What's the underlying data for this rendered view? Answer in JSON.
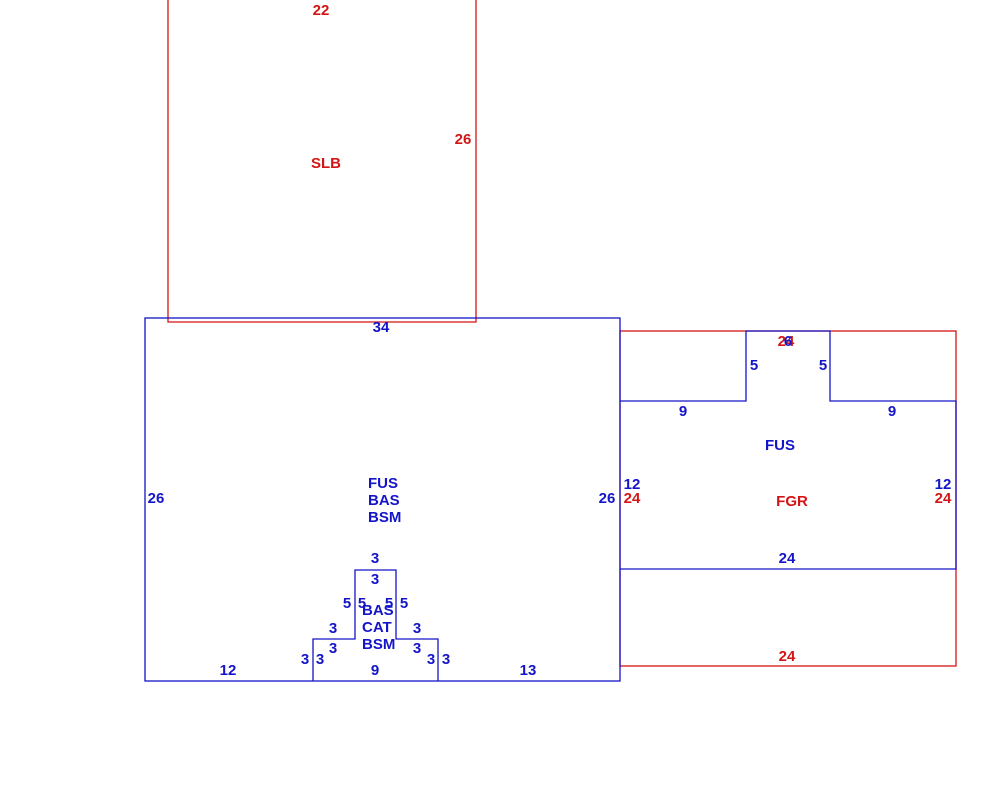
{
  "colors": {
    "blue": "#1515c8",
    "red": "#d41515"
  },
  "slb": {
    "code": "SLB",
    "top": "22",
    "right": "26"
  },
  "main": {
    "codes": [
      "FUS",
      "BAS",
      "BSM"
    ],
    "top": "34",
    "left": "26",
    "right": "26",
    "bottom_left": "12",
    "bottom_right": "13"
  },
  "bump": {
    "codes": [
      "BAS",
      "CAT",
      "BSM"
    ],
    "d_top_out": "3",
    "d_top_in": "3",
    "d_upper_left_a": "5",
    "d_upper_left_b": "5",
    "d_upper_right_a": "5",
    "d_upper_right_b": "5",
    "d_step_left_out": "3",
    "d_step_left_in": "3",
    "d_step_right_out": "3",
    "d_step_right_in": "3",
    "d_lower_left_a": "3",
    "d_lower_left_b": "3",
    "d_lower_right_a": "3",
    "d_lower_right_b": "3",
    "d_bottom": "9"
  },
  "fus": {
    "code": "FUS",
    "top": "6",
    "notch_left": "5",
    "notch_right": "5",
    "ledge_left": "9",
    "ledge_right": "9",
    "left": "12",
    "right": "12",
    "bottom": "24"
  },
  "fgr": {
    "code": "FGR",
    "top": "24",
    "left": "24",
    "right": "24",
    "bottom": "24"
  }
}
